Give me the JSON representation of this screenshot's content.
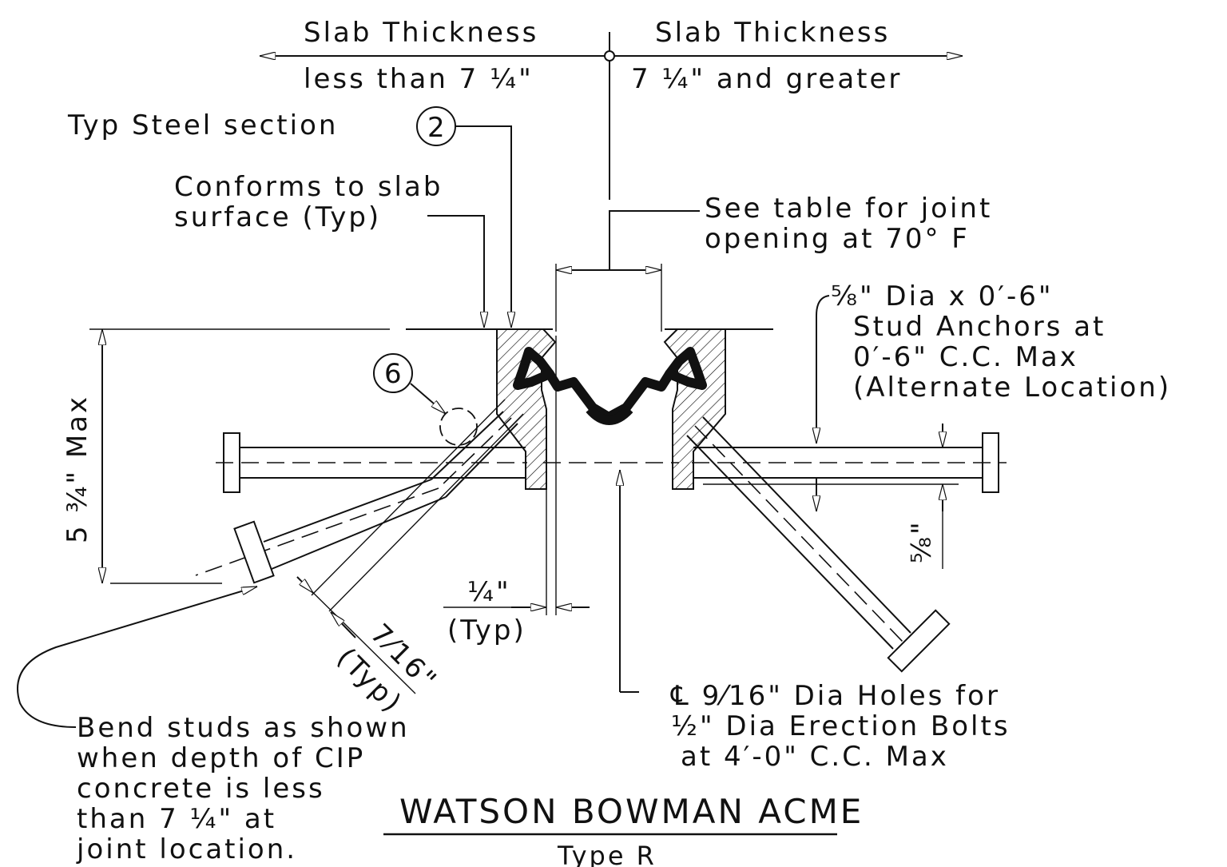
{
  "header": {
    "left_top": "Slab Thickness",
    "left_bottom": "less than 7 ¼\"",
    "right_top": "Slab Thickness",
    "right_bottom": "7 ¼\" and greater"
  },
  "callouts": {
    "steel_section": "Typ Steel section",
    "steel_section_ref": "2",
    "conforms_1": "Conforms to slab",
    "conforms_2": "surface (Typ)",
    "see_table_1": "See table for joint",
    "see_table_2": "opening at 70° F",
    "stud_1": "⅝\" Dia x 0′-6\"",
    "stud_2": "Stud Anchors at",
    "stud_3": "0′-6\" C.C. Max",
    "stud_4": "(Alternate Location)",
    "ref_six": "6",
    "depth_dim": "5 ¾\" Max",
    "five_eighths": "⅝\"",
    "quarter": "¼\"",
    "quarter_typ": "(Typ)",
    "seven_sixteenths": "7⁄16\"",
    "seven_sixteenths_typ": "(Typ)",
    "holes_1": "℄ 9⁄16\" Dia Holes for",
    "holes_2": "½\" Dia Erection Bolts",
    "holes_3": "at 4′-0\" C.C. Max",
    "bend_1": "Bend studs as shown",
    "bend_2": "when depth of CIP",
    "bend_3": "concrete is less",
    "bend_4": "than 7 ¼\" at",
    "bend_5": "joint location."
  },
  "title": {
    "main": "WATSON BOWMAN ACME",
    "sub": "Type R"
  }
}
